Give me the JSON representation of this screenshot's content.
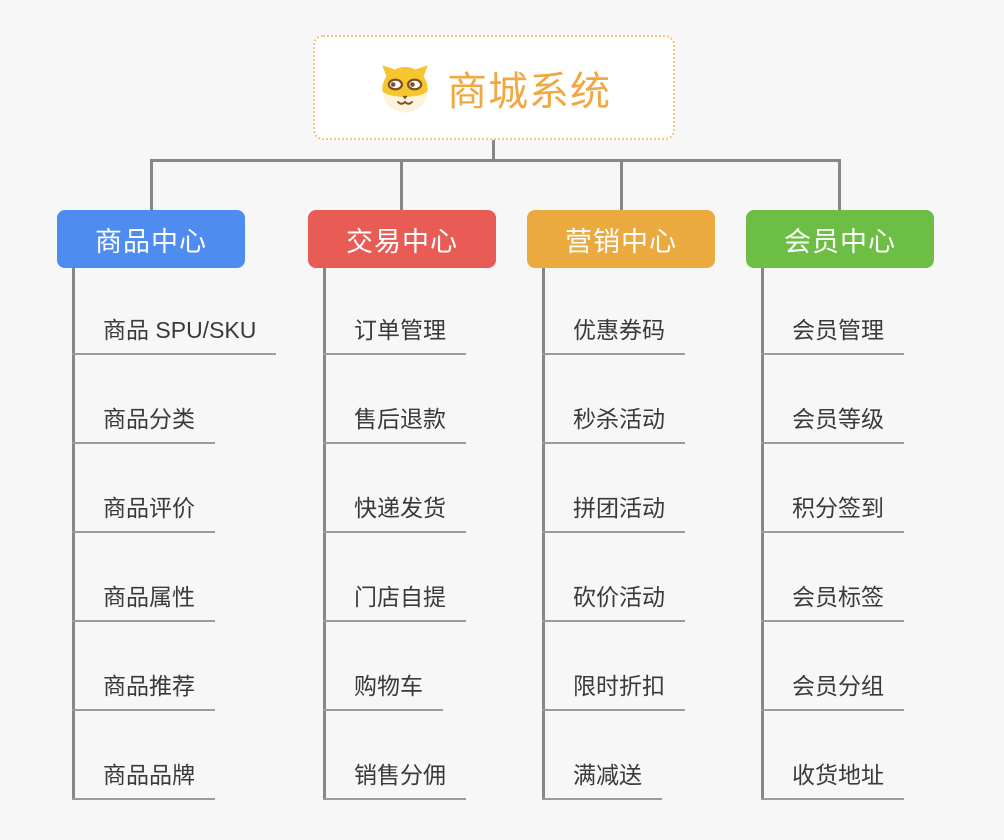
{
  "root": {
    "title": "商城系统",
    "icon": "shiba-dog-icon",
    "title_color": "#F0A842",
    "border_color": "#F2C57E"
  },
  "connector_color": "#878787",
  "underline_color": "#9B9B9B",
  "branches": [
    {
      "label": "商品中心",
      "color": "#4E8CF0",
      "items": [
        "商品 SPU/SKU",
        "商品分类",
        "商品评价",
        "商品属性",
        "商品推荐",
        "商品品牌"
      ]
    },
    {
      "label": "交易中心",
      "color": "#E95C55",
      "items": [
        "订单管理",
        "售后退款",
        "快递发货",
        "门店自提",
        "购物车",
        "销售分佣"
      ]
    },
    {
      "label": "营销中心",
      "color": "#EBAA3F",
      "items": [
        "优惠券码",
        "秒杀活动",
        "拼团活动",
        "砍价活动",
        "限时折扣",
        "满减送"
      ]
    },
    {
      "label": "会员中心",
      "color": "#6CBE45",
      "items": [
        "会员管理",
        "会员等级",
        "积分签到",
        "会员标签",
        "会员分组",
        "收货地址"
      ]
    }
  ]
}
